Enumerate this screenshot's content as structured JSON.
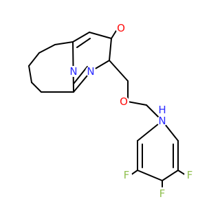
{
  "colors": {
    "carbon": "#000000",
    "nitrogen": "#2a2aff",
    "oxygen": "#ff0d0d",
    "fluorine": "#90c050"
  },
  "labels": {
    "o_ring": "O",
    "n_ring1": "N",
    "n_ring2": "N",
    "o_amide": "O",
    "n_amide": "N",
    "h_amide": "H",
    "f1": "F",
    "f2": "F",
    "f3": "F"
  }
}
